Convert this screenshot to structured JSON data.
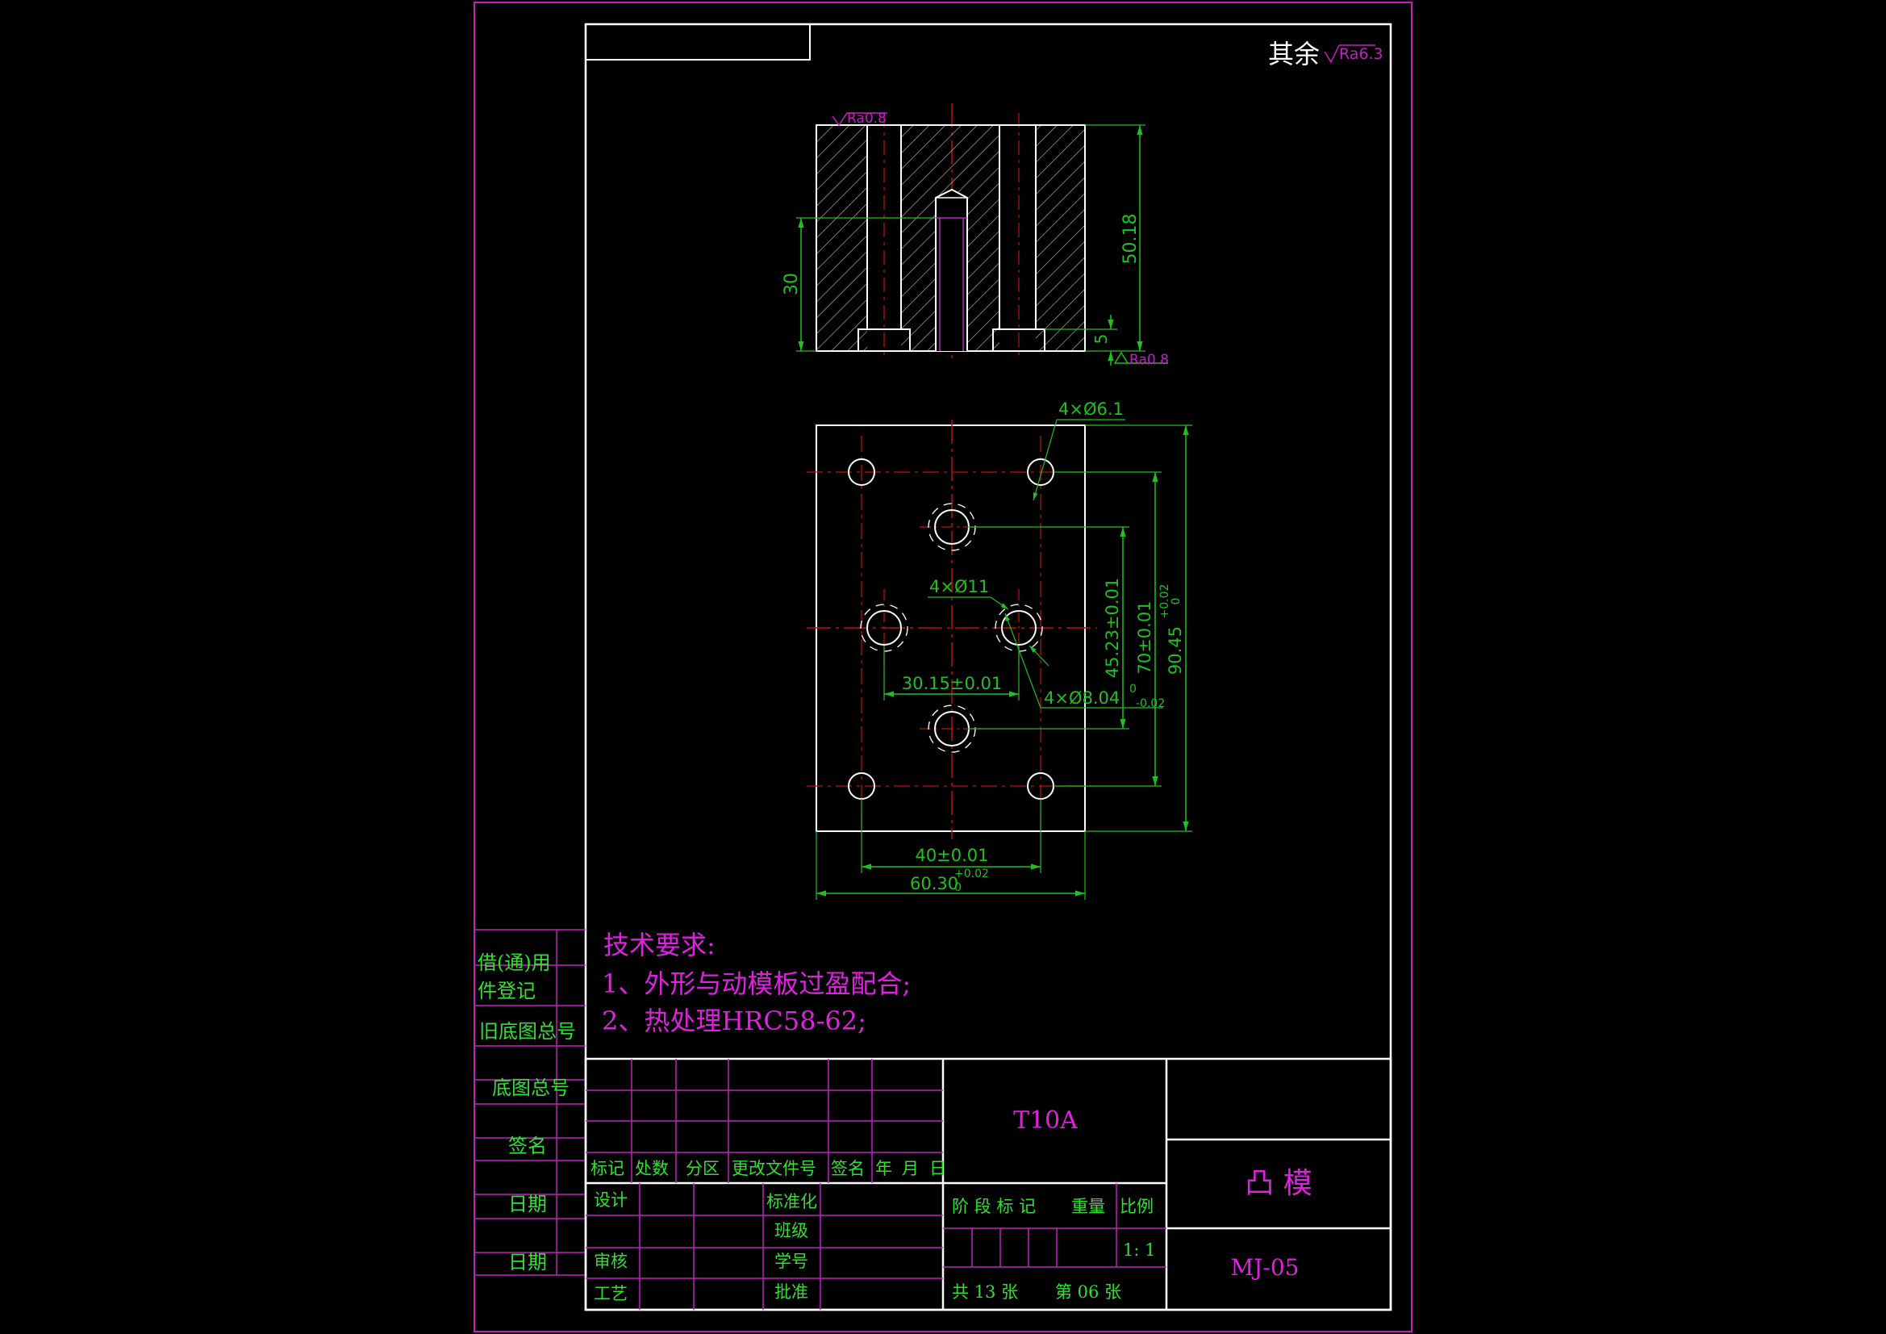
{
  "colors": {
    "background": "#000000",
    "outline": "#ffffff",
    "frame": "#c020c0",
    "dimension": "#20c020",
    "centerline": "#c01010",
    "magenta_text": "#e020e0",
    "label_text": "#30e030",
    "value_text": "#e0e0e0"
  },
  "header": {
    "surface_finish_prefix": "其余",
    "surface_finish_value": "Ra6.3"
  },
  "section_view": {
    "ra_top": "Ra0.8",
    "ra_bottom": "Ra0.8",
    "dim_depth": "30",
    "dim_height": "50.18",
    "dim_shoulder": "5"
  },
  "plan_view": {
    "label_small_holes": "4×Ø6.1",
    "label_large_holes": "4×Ø11",
    "label_fit_holes": "4×Ø8.04",
    "fit_holes_upper_tol": "0",
    "fit_holes_lower_tol": "-0.02",
    "dim_hole_spacing_x": "30.15±0.01",
    "dim_small_spacing_x": "40±0.01",
    "dim_width": "60.30",
    "dim_width_tol": "+0.02",
    "dim_width_tol_lower": "0",
    "dim_hole_spacing_y": "45.23±0.01",
    "dim_small_spacing_y": "70±0.01",
    "dim_length": "90.45",
    "dim_length_tol": "+0.02",
    "dim_length_tol_lower": "0"
  },
  "notes": {
    "heading": "技术要求:",
    "items": [
      "1、外形与动模板过盈配合;",
      "2、热处理HRC58-62;"
    ]
  },
  "side_strip": {
    "labels": [
      "借(通)用",
      "件登记",
      "旧底图总号",
      "底图总号",
      "签名",
      "日期",
      "日期"
    ]
  },
  "title_block": {
    "material": "T10A",
    "part_name": "凸  模",
    "drawing_no": "MJ-05",
    "revision_headers": [
      "标记",
      "处数",
      "分区",
      "更改文件号",
      "签名",
      "年",
      "月",
      "日"
    ],
    "roles_left": [
      "设计",
      "审核",
      "工艺"
    ],
    "roles_mid": [
      "标准化",
      "班级",
      "学号",
      "批准"
    ],
    "stage_header": "阶 段 标 记",
    "weight_header": "重量",
    "scale_header": "比例",
    "scale_value": "1: 1",
    "sheet_total": "共 13 张",
    "sheet_no": "第 06 张"
  }
}
